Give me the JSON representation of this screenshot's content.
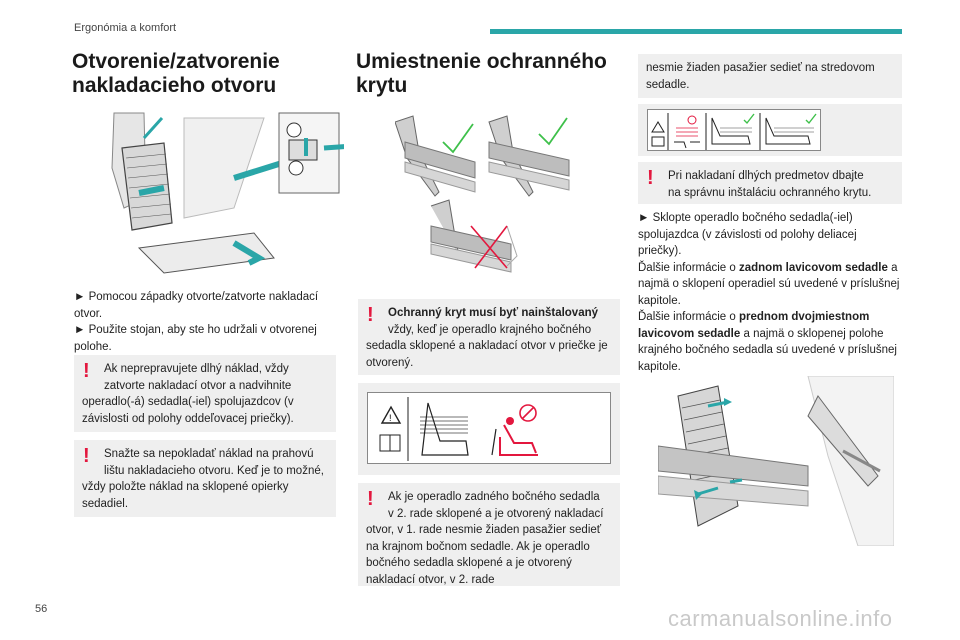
{
  "header": {
    "section": "Ergonómia a komfort",
    "accent": "#2aa6a8"
  },
  "page": {
    "number": "56",
    "watermark": "carmanualsonline.info"
  },
  "col1": {
    "title_line1": "Otvorenie/zatvorenie",
    "title_line2": "nakladacieho otvoru",
    "image_alt": "cargo-hatch-illustration",
    "steps": [
      "► Pomocou západky otvorte/zatvorte nakladací otvor.",
      "► Použite stojan, aby ste ho udržali v otvorenej polohe."
    ],
    "warn1_line1": "Ak neprepravujete dlhý náklad, vždy",
    "warn1_rest": "zatvorte nakladací otvor a nadvihnite operadlo(-á) sedadla(-iel) spolujazdcov (v závislosti od polohy oddeľovacej priečky).",
    "warn2_line1": "Snažte sa nepokladať náklad na prahovú",
    "warn2_rest": "lištu nakladacieho otvoru. Keď je to možné, vždy položte náklad na sklopené opierky sedadiel."
  },
  "col2": {
    "title_line1": "Umiestnenie ochranného",
    "title_line2": "krytu",
    "warn1_bold": "Ochranný kryt musí byť nainštalovaný",
    "warn1_rest": "vždy, keď je operadlo krajného bočného sedadla sklopené a nakladací otvor v priečke je otvorený.",
    "warn2_line1": "Ak je operadlo zadného bočného sedadla",
    "warn2_rest": "v 2. rade sklopené a je otvorený nakladací otvor, v 1. rade nesmie žiaden pasažier sedieť na krajnom bočnom sedadle. Ak je operadlo bočného sedadla sklopené a je otvorený nakladací otvor, v 2. rade"
  },
  "col3": {
    "cont": "nesmie žiaden pasažier sedieť na stredovom sedadle.",
    "warn_line1": "Pri nakladaní dlhých predmetov dbajte",
    "warn_line2": "na správnu inštaláciu ochranného krytu.",
    "p1": "► Sklopte operadlo bočného sedadla(-iel) spolujazdca (v závislosti od polohy deliacej priečky).",
    "p2a": "Ďalšie informácie o ",
    "p2b": "zadnom lavicovom sedadle",
    "p2c": " a najmä o sklopení operadiel sú uvedené v príslušnej kapitole.",
    "p3a": "Ďalšie informácie o ",
    "p3b": "prednom dvojmiestnom lavicovom sedadle",
    "p3c": " a najmä o sklopenej polohe krajného bočného sedadla sú uvedené v príslušnej kapitole."
  },
  "colors": {
    "check": "#3ec04a",
    "cross": "#e3173e",
    "arrow": "#2aa6a8"
  }
}
